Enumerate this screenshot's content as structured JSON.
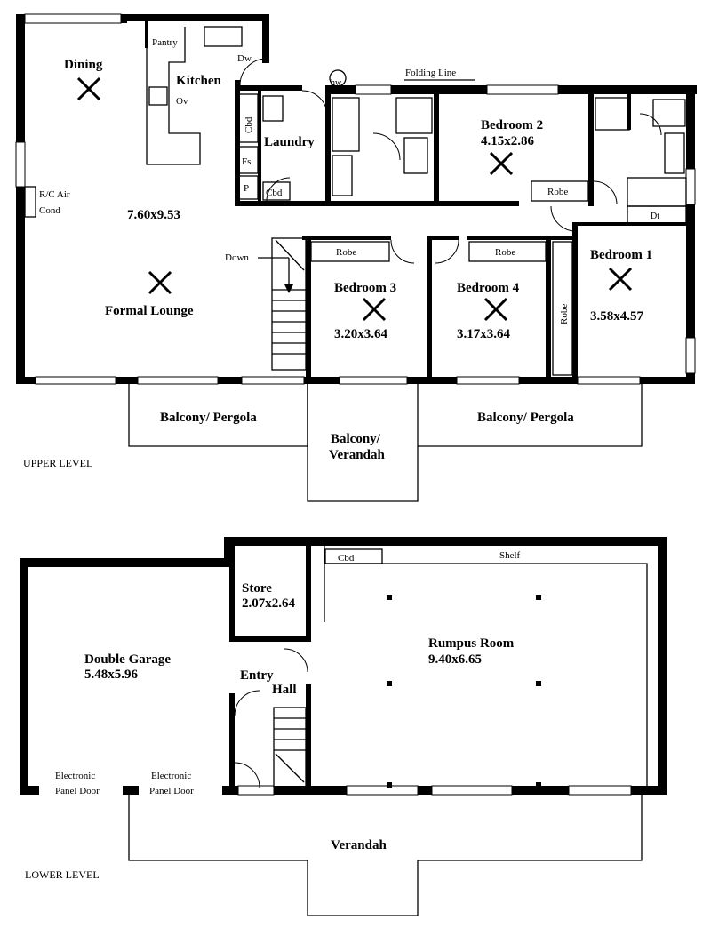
{
  "upper_level": {
    "title": "UPPER LEVEL",
    "rooms": {
      "dining": "Dining",
      "kitchen": "Kitchen",
      "pantry": "Pantry",
      "dw_kitchen": "Dw",
      "ov": "Ov",
      "laundry": "Laundry",
      "cbd1": "Cbd",
      "cbd2": "Cbd",
      "fs": "Fs",
      "p": "P",
      "hw": "hw",
      "folding_line": "Folding Line",
      "bedroom2": "Bedroom 2",
      "bedroom2_size": "4.15x2.86",
      "robe_b2": "Robe",
      "dt": "Dt",
      "air_cond_1": "R/C Air",
      "air_cond_2": "Cond",
      "lounge_size": "7.60x9.53",
      "down": "Down",
      "robe_b3": "Robe",
      "robe_b4": "Robe",
      "robe_vertical": "Robe",
      "bedroom1": "Bedroom 1",
      "bedroom1_size": "3.58x4.57",
      "bedroom3": "Bedroom 3",
      "bedroom3_size": "3.20x3.64",
      "bedroom4": "Bedroom 4",
      "bedroom4_size": "3.17x3.64",
      "formal_lounge": "Formal  Lounge",
      "balcony_left": "Balcony/ Pergola",
      "balcony_center_1": "Balcony/",
      "balcony_center_2": "Verandah",
      "balcony_right": "Balcony/ Pergola"
    }
  },
  "lower_level": {
    "title": "LOWER LEVEL",
    "rooms": {
      "store": "Store",
      "store_size": "2.07x2.64",
      "cbd": "Cbd",
      "shelf": "Shelf",
      "rumpus": "Rumpus Room",
      "rumpus_size": "9.40x6.65",
      "garage": "Double Garage",
      "garage_size": "5.48x5.96",
      "entry": "Entry",
      "hall": "Hall",
      "door1_a": "Electronic",
      "door1_b": "Panel Door",
      "door2_a": "Electronic",
      "door2_b": "Panel Door",
      "verandah": "Verandah"
    }
  }
}
